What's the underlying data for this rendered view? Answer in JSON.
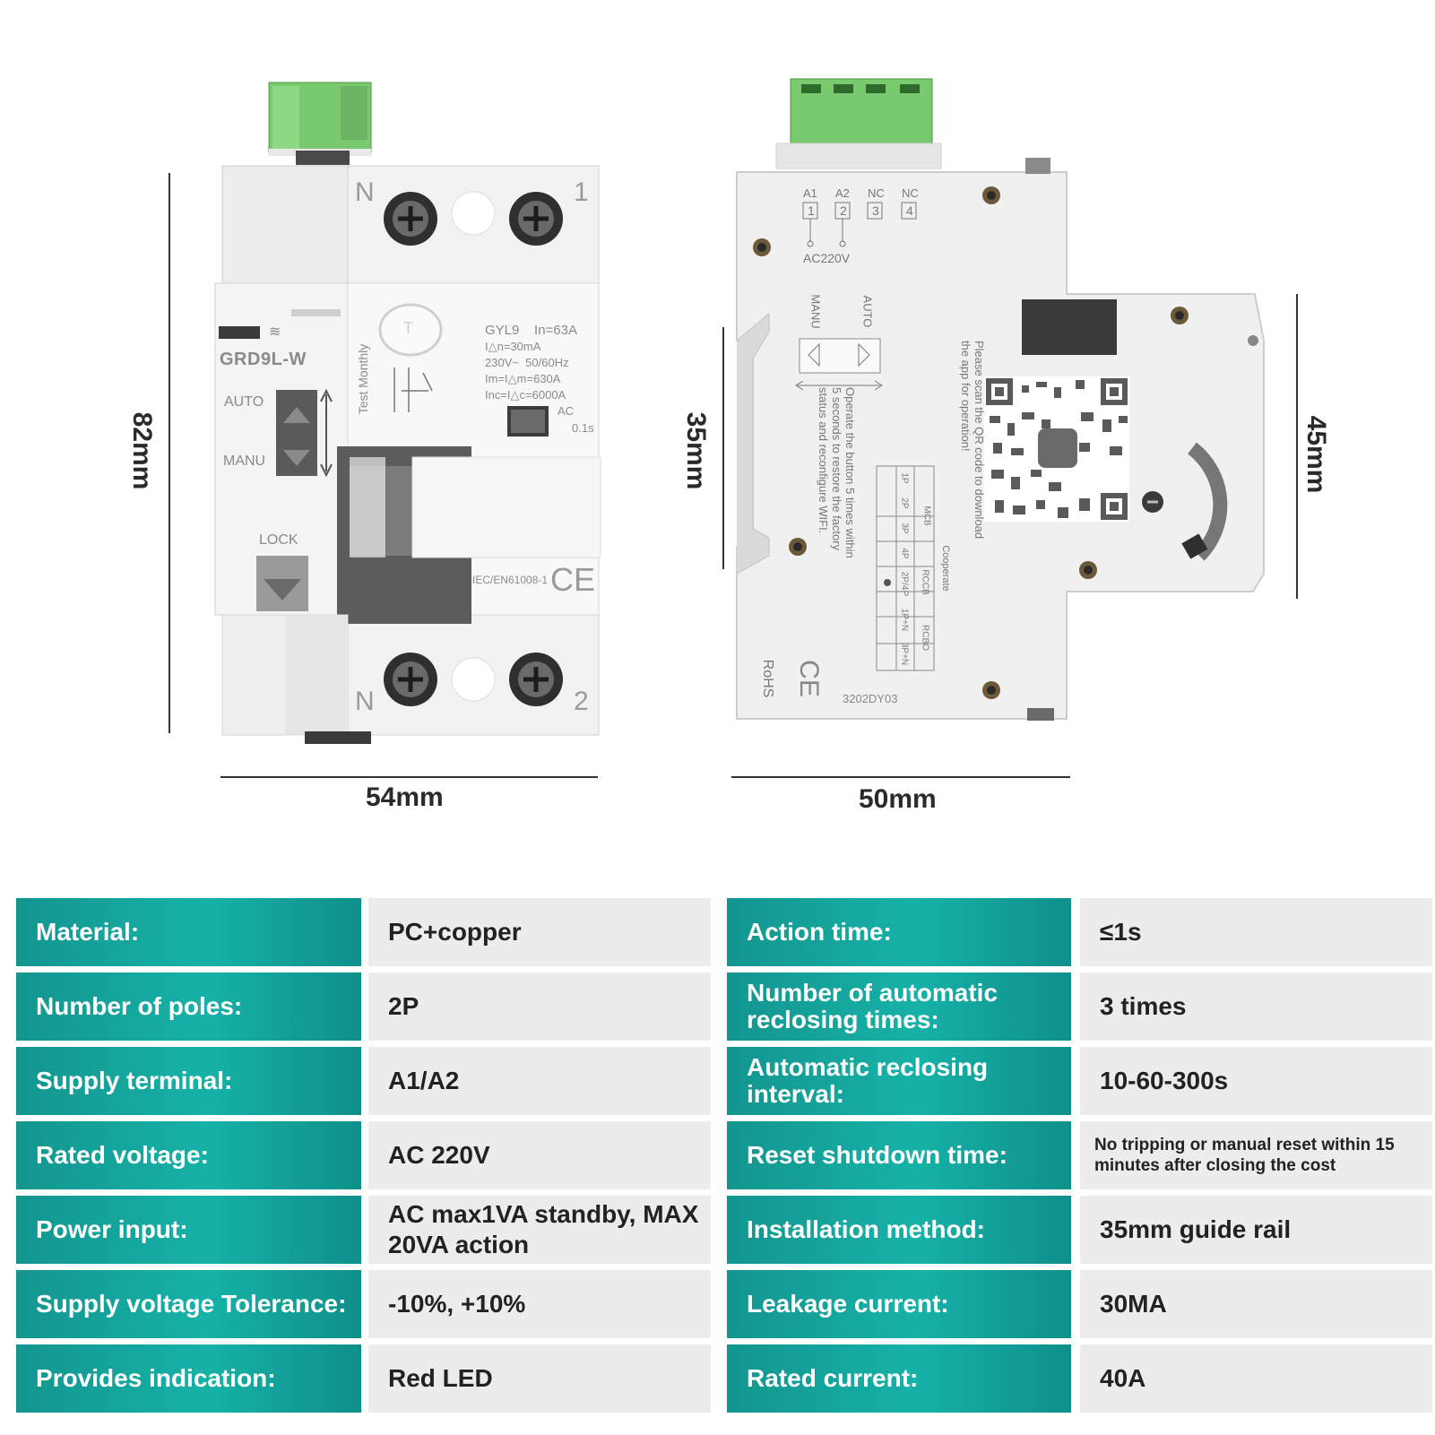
{
  "dimensions": {
    "height_left": "82mm",
    "width_left": "54mm",
    "rail_height": "35mm",
    "width_right": "50mm",
    "height_right": "45mm"
  },
  "front_device": {
    "model": "GRD9L-W",
    "auto_label": "AUTO",
    "manu_label": "MANU",
    "lock_label": "LOCK",
    "terminal_n_top": "N",
    "terminal_1": "1",
    "terminal_n_bottom": "N",
    "terminal_2": "2",
    "spec_gyl": "GYL9    In=63A",
    "spec_ian": "I△n=30mA",
    "spec_v": "230V~  50/60Hz",
    "spec_im": "Im=I△m=630A",
    "spec_inc": "Inc=I△c=6000A",
    "spec_ac": "AC",
    "spec_time": "0.1s",
    "test_monthly": "Test Monthly",
    "test_button": "T",
    "standard": "IEC/EN61008-1",
    "ce": "CE"
  },
  "side_device": {
    "t_a1": "A1",
    "t_a2": "A2",
    "t_nc1": "NC",
    "t_nc2": "NC",
    "n1": "1",
    "n2": "2",
    "n3": "3",
    "n4": "4",
    "supply": "AC220V",
    "manu": "MANU",
    "auto": "AUTO",
    "scan_text_1": "Please scan the QR code to download",
    "scan_text_2": "the app for operation!",
    "operate_1": "Operate the button 5 times within",
    "operate_2": "5 seconds to restore the factory",
    "operate_3": "status and reconfigure WIFI.",
    "cooperate": "Cooperate",
    "mcb": "MCB",
    "rccb": "RCCB",
    "rcbo": "RCBO",
    "p1": "1P",
    "p2": "2P",
    "p3": "3P",
    "p4": "4P",
    "p24": "2P/4P",
    "p1n": "1P+N",
    "p3n": "3P+N",
    "rohs": "RoHS",
    "ce": "CE",
    "code": "3202DY03"
  },
  "specs": [
    {
      "k1": "Material:",
      "v1": "PC+copper",
      "k2": "Action time:",
      "v2": "≤1s"
    },
    {
      "k1": "Number of poles:",
      "v1": "2P",
      "k2": "Number of automatic reclosing times:",
      "v2": "3 times"
    },
    {
      "k1": "Supply terminal:",
      "v1": "A1/A2",
      "k2": "Automatic reclosing interval:",
      "v2": "10-60-300s"
    },
    {
      "k1": "Rated voltage:",
      "v1": "AC 220V",
      "k2": "Reset shutdown time:",
      "v2": "No tripping or manual reset within 15 minutes after closing the cost"
    },
    {
      "k1": "Power input:",
      "v1": "AC max1VA standby, MAX 20VA action",
      "k2": "Installation method:",
      "v2": "35mm guide rail"
    },
    {
      "k1": "Supply voltage Tolerance:",
      "v1": "-10%, +10%",
      "k2": "Leakage current:",
      "v2": "30MA"
    },
    {
      "k1": "Provides indication:",
      "v1": "Red LED",
      "k2": "Rated current:",
      "v2": "40A"
    }
  ]
}
